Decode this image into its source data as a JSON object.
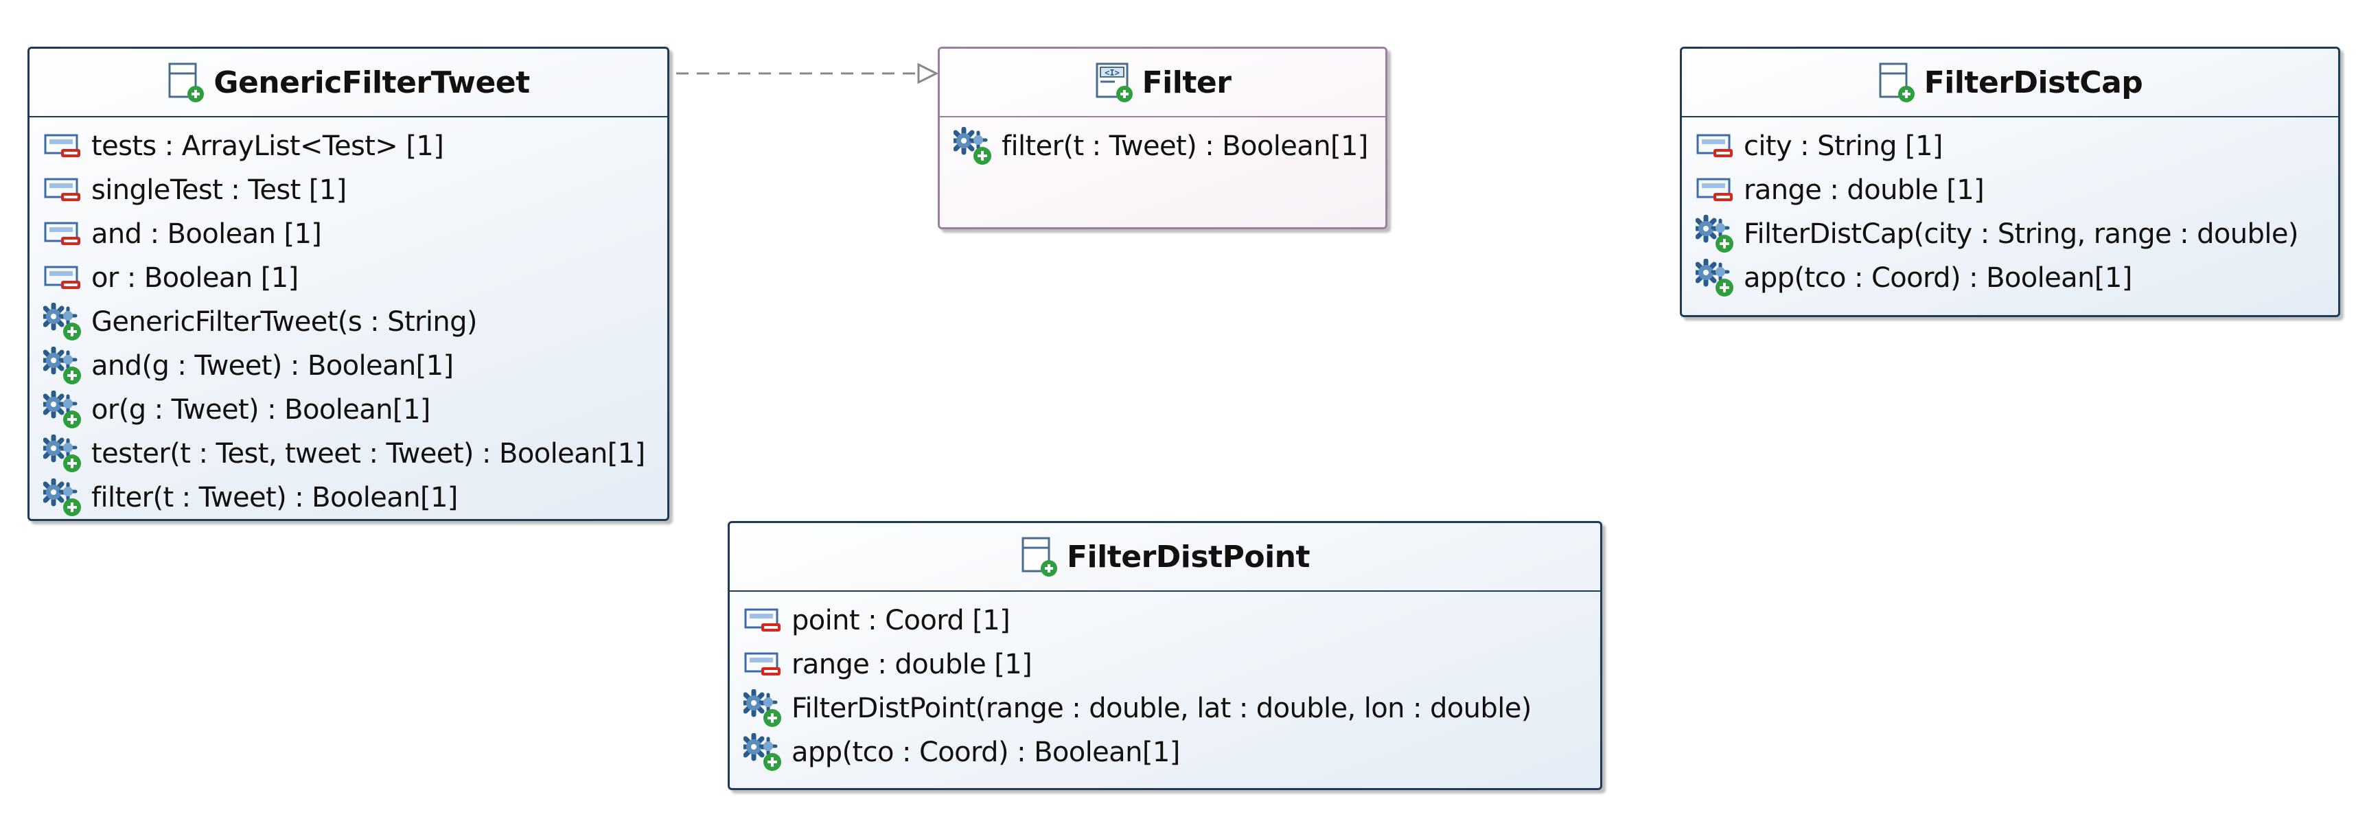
{
  "classes": {
    "generic_filter_tweet": {
      "name": "GenericFilterTweet",
      "attributes": [
        "tests : ArrayList<Test> [1]",
        "singleTest : Test [1]",
        "and : Boolean [1]",
        "or : Boolean [1]"
      ],
      "operations": [
        "GenericFilterTweet(s : String)",
        "and(g : Tweet) : Boolean[1]",
        "or(g : Tweet) : Boolean[1]",
        "tester(t : Test, tweet : Tweet) : Boolean[1]",
        "filter(t : Tweet) : Boolean[1]"
      ]
    },
    "filter": {
      "name": "Filter",
      "stereotype": "interface",
      "operations": [
        "filter(t : Tweet) : Boolean[1]"
      ]
    },
    "filter_dist_cap": {
      "name": "FilterDistCap",
      "attributes": [
        "city : String [1]",
        "range : double [1]"
      ],
      "operations": [
        "FilterDistCap(city : String, range : double)",
        "app(tco : Coord) : Boolean[1]"
      ]
    },
    "filter_dist_point": {
      "name": "FilterDistPoint",
      "attributes": [
        "point : Coord [1]",
        "range : double [1]"
      ],
      "operations": [
        "FilterDistPoint(range : double, lat : double, lon : double)",
        "app(tco : Coord) : Boolean[1]"
      ]
    }
  },
  "relations": [
    {
      "type": "realization",
      "from": "GenericFilterTweet",
      "to": "Filter"
    }
  ],
  "colors": {
    "class_border": "#1f3b5a",
    "interface_border": "#9a7fa0",
    "relation_line": "#888888"
  }
}
